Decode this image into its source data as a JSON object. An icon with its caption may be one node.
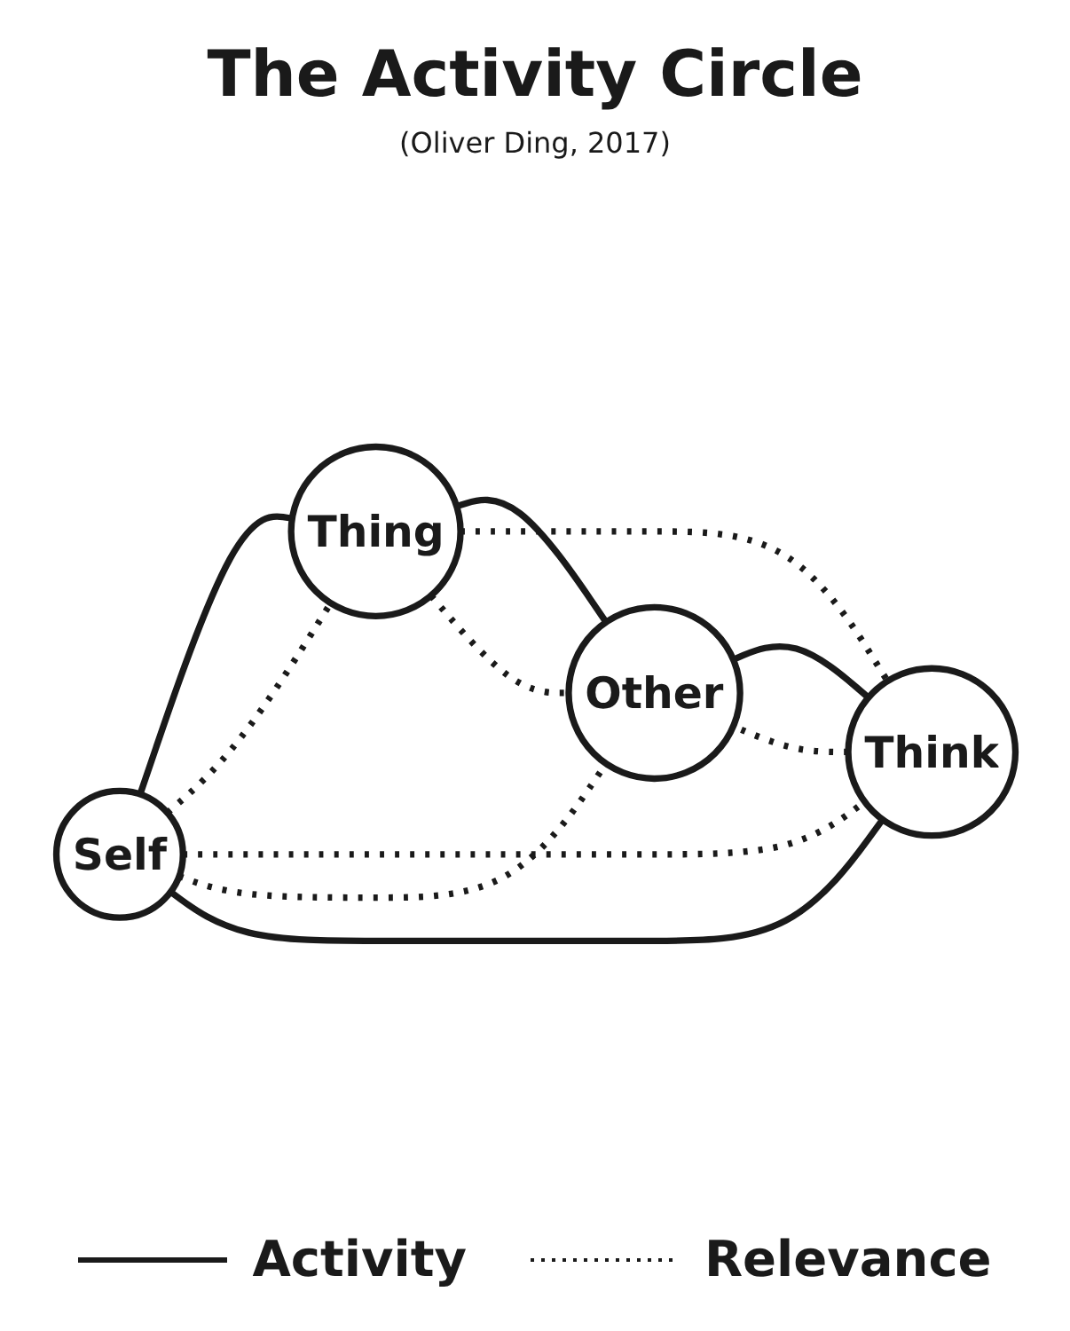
{
  "diagram": {
    "title": "The Activity Circle",
    "caption": "(Oliver Ding, 2017)",
    "nodes": [
      {
        "text": [
          "Self"
        ]
      },
      {
        "text": [
          "Thing"
        ]
      },
      {
        "text": [
          "Think"
        ]
      },
      {
        "text": [
          "Other"
        ]
      }
    ],
    "edges": [
      {
        "from": 0,
        "to": 1,
        "arrow": "none"
      },
      {
        "from": 1,
        "to": 3,
        "arrow": "none"
      },
      {
        "from": 3,
        "to": 2,
        "arrow": "none"
      },
      {
        "from": 2,
        "to": 0,
        "arrow": "none"
      },
      {
        "from": 0,
        "to": 1,
        "arrow": "none",
        "style": "dashed"
      },
      {
        "from": 0,
        "to": 2,
        "arrow": "none",
        "style": "dashed"
      },
      {
        "from": 0,
        "to": 3,
        "arrow": "none",
        "style": "dashed"
      },
      {
        "from": 1,
        "to": 2,
        "arrow": "none",
        "style": "dashed"
      },
      {
        "from": 1,
        "to": 3,
        "arrow": "none",
        "style": "dashed"
      },
      {
        "from": 2,
        "to": 3,
        "arrow": "none",
        "style": "dashed"
      }
    ],
    "legend": [
      {
        "text": "Activity"
      },
      {
        "text": "Relevance"
      }
    ]
  }
}
